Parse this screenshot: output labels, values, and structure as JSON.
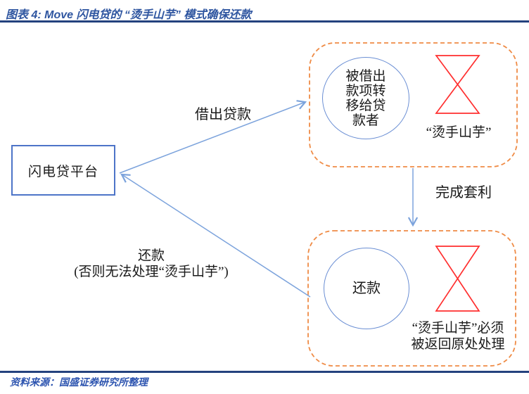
{
  "header": {
    "title": "图表 4: Move 闪电贷的 “烫手山芋” 模式确保还款"
  },
  "footer": {
    "source_label": "资料来源：国盛证券研究所整理"
  },
  "diagram": {
    "platform": {
      "label": "闪电贷平台"
    },
    "arrows": {
      "lend": {
        "label": "借出贷款"
      },
      "arbitrage": {
        "label": "完成套利"
      },
      "repay": {
        "line1": "还款",
        "line2": "(否则无法处理“烫手山芋”)"
      }
    },
    "top_group": {
      "circle_lines": [
        "被借出",
        "款项转",
        "移给贷",
        "款者"
      ],
      "potato_label": "“烫手山芋”"
    },
    "bottom_group": {
      "circle_label": "还款",
      "potato_line1": "“烫手山芋”必须",
      "potato_line2": "被返回原处处理"
    },
    "colors": {
      "title_blue": "#2E55A0",
      "rule_navy": "#24427E",
      "box_border_blue": "#4D74C8",
      "circle_border_blue": "#6B8FD4",
      "arrow_blue": "#7CA3DC",
      "dashed_orange": "#EF8B45",
      "potato_red": "#FF2E2E"
    }
  }
}
